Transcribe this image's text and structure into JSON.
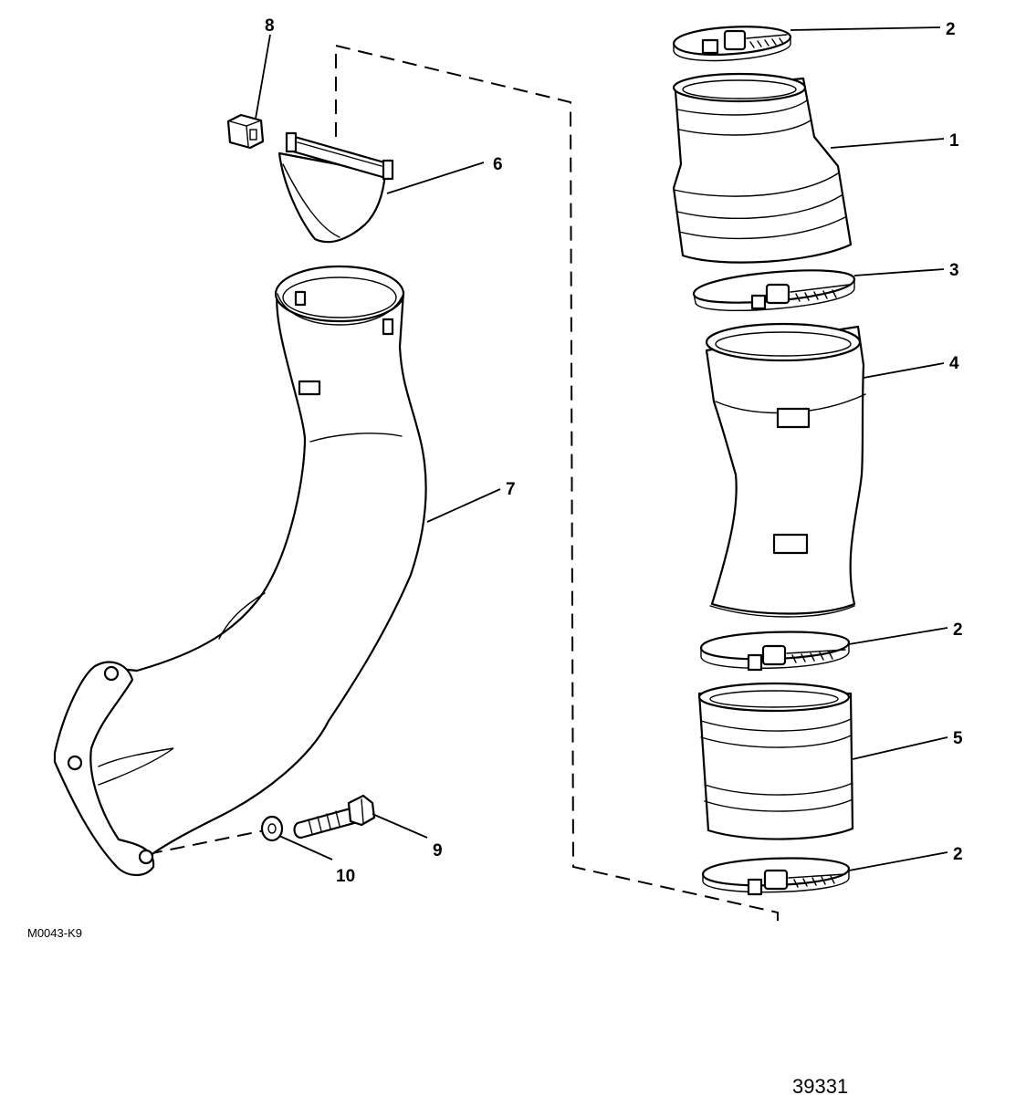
{
  "callouts": {
    "c1": "1",
    "c2a": "2",
    "c2b": "2",
    "c2c": "2",
    "c3": "3",
    "c4": "4",
    "c5": "5",
    "c6": "6",
    "c7": "7",
    "c8": "8",
    "c9": "9",
    "c10": "10"
  },
  "drawing_code": "M0043-K9",
  "reference_number": "39331"
}
